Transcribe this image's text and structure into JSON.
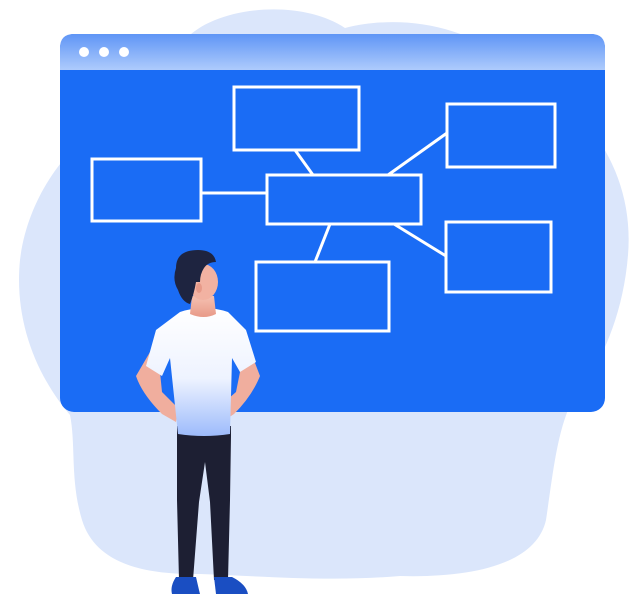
{
  "illustration": {
    "colors": {
      "background_blob": "#dbe6fb",
      "window_body": "#1a6cf5",
      "window_titlebar_top": "#6a9cf7",
      "window_titlebar_bottom": "#a9c6fb",
      "window_controls": "#ffffff",
      "diagram_lines": "#ffffff",
      "hair": "#1e2440",
      "skin": "#f3b6a8",
      "shirt_top": "#ffffff",
      "shirt_bottom": "#b7cdfc",
      "pants": "#1d1f33",
      "shoes": "#1a4ec2"
    },
    "window": {
      "control_dots": 3
    },
    "diagram": {
      "node_count": 6,
      "connector_count": 5
    }
  }
}
